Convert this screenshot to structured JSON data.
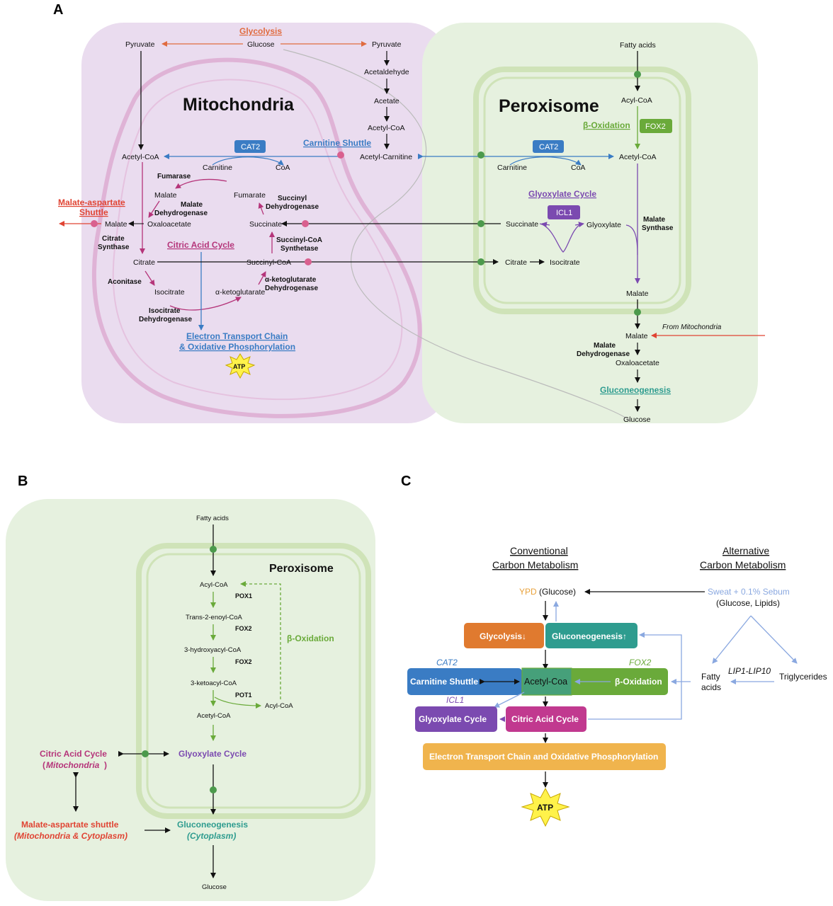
{
  "panelA": {
    "label": "A",
    "mito_title": "Mitochondria",
    "perox_title": "Peroxisome",
    "glycolysis": "Glycolysis",
    "pyruvate": "Pyruvate",
    "glucose": "Glucose",
    "acetaldehyde": "Acetaldehyde",
    "acetate": "Acetate",
    "acetyl_coa": "Acetyl-CoA",
    "acetyl_carnitine": "Acetyl-Carnitine",
    "carnitine_shuttle": "Carnitine Shuttle",
    "cat2": "CAT2",
    "carnitine": "Carnitine",
    "coa": "CoA",
    "fumarase": "Fumarase",
    "malate": "Malate",
    "malate_dehydrogenase_1": "Malate",
    "malate_dehydrogenase_2": "Dehydrogenase",
    "oxaloacetate": "Oxaloacetate",
    "citrate_synthase_1": "Citrate",
    "citrate_synthase_2": "Synthase",
    "citric_acid_cycle": "Citric Acid Cycle",
    "citrate": "Citrate",
    "aconitase": "Aconitase",
    "isocitrate": "Isocitrate",
    "isocitrate_dh_1": "Isocitrate",
    "isocitrate_dh_2": "Dehydrogenase",
    "a_ketoglutarate": "α-ketoglutarate",
    "akg_dh_1": "α-ketoglutarate",
    "akg_dh_2": "Dehydrogenase",
    "succinyl_coa": "Succinyl-CoA",
    "succinyl_coa_synth_1": "Succinyl-CoA",
    "succinyl_coa_synth_2": "Synthetase",
    "succinate": "Succinate",
    "succinyl_dh_1": "Succinyl",
    "succinyl_dh_2": "Dehydrogenase",
    "fumarate": "Fumarate",
    "mas_1": "Malate-aspartate",
    "mas_2": "Shuttle",
    "etc_1": "Electron Transport Chain",
    "etc_2": "& Oxidative Phosphorylation",
    "atp": "ATP",
    "fatty_acids": "Fatty acids",
    "acyl_coa": "Acyl-CoA",
    "b_oxidation": "β-Oxidation",
    "fox2": "FOX2",
    "glyoxylate_cycle": "Glyoxylate Cycle",
    "icl1": "ICL1",
    "glyoxylate": "Glyoxylate",
    "malate_synthase_1": "Malate",
    "malate_synthase_2": "Synthase",
    "from_mito": "From Mitochondria",
    "gluconeogenesis": "Gluconeogenesis"
  },
  "panelB": {
    "label": "B",
    "fatty_acids": "Fatty acids",
    "peroxisome": "Peroxisome",
    "acyl_coa": "Acyl-CoA",
    "pox1": "POX1",
    "trans_enoyl": "Trans-2-enoyl-CoA",
    "fox2a": "FOX2",
    "hydroxyacyl": "3-hydroxyacyl-CoA",
    "fox2b": "FOX2",
    "ketoacyl": "3-ketoacyl-CoA",
    "pot1": "POT1",
    "acyl_coa_2": "Acyl-CoA",
    "acetyl_coa": "Acetyl-CoA",
    "b_oxidation": "β-Oxidation",
    "cac_1": "Citric Acid Cycle",
    "cac_2": "Mitochondria",
    "glyoxylate": "Glyoxylate Cycle",
    "mas_1": "Malate-aspartate shuttle",
    "mas_2": "(Mitochondria & Cytoplasm)",
    "gng_1": "Gluconeogenesis",
    "gng_2": "(Cytoplasm)",
    "glucose": "Glucose"
  },
  "panelC": {
    "label": "C",
    "conv_1": "Conventional",
    "conv_2": "Carbon Metabolism",
    "alt_1": "Alternative",
    "alt_2": "Carbon Metabolism",
    "ypd": "YPD",
    "glucose_paren": "(Glucose)",
    "sweat": "Sweat + 0.1% Sebum",
    "glucose_lipids": "(Glucose, Lipids)",
    "glycolysis": "Glycolysis↓",
    "gluconeogenesis": "Gluconeogenesis↑",
    "cat2": "CAT2",
    "fox2": "FOX2",
    "carnitine_shuttle": "Carnitine Shuttle",
    "acetyl_coa": "Acetyl-Coa",
    "b_oxidation": "β-Oxidation",
    "fatty_1": "Fatty",
    "fatty_2": "acids",
    "lip": "LIP1-LIP10",
    "triglycerides": "Triglycerides",
    "icl1": "ICL1",
    "glyoxylate_cycle": "Glyoxylate Cycle",
    "citric_acid_cycle": "Citric Acid Cycle",
    "etc": "Electron Transport Chain and Oxidative Phosphorylation",
    "atp": "ATP"
  },
  "colors": {
    "mito_bg": "#eadcef",
    "perox_bg": "#e6f1df",
    "mito_outline": "#d9a8cf",
    "perox_membrane": "#cfe3b8",
    "glycolysis": "#e06b3f",
    "carnitine": "#3a7cc4",
    "tca": "#b5357a",
    "malate_shuttle": "#e04433",
    "glyoxylate": "#7b4ab0",
    "b_oxidation": "#6aaa3a",
    "gluconeogenesis": "#2e9c8f",
    "etc": "#e8b04a",
    "sweat": "#8aa8e0",
    "ypd": "#e8a13a"
  }
}
